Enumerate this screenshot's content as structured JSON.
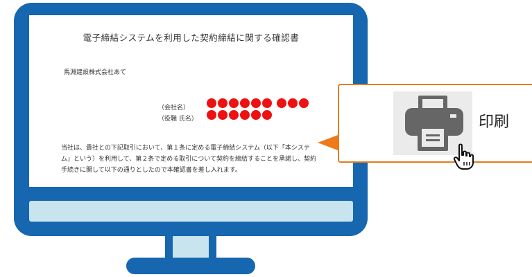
{
  "document": {
    "title": "電子締結システムを利用した契約締結に関する確認書",
    "addressee": "馬淵建設株式会社あて",
    "company_label": "（会社名）",
    "position_label": "（役職 氏名）",
    "body_lines": [
      "当社は、貴社との下記取引において、第１条に定める電子締結システム（以下「本システ",
      "ム」という）を利用して、第２条で定める取引について契約を締結することを承諾し、契約",
      "手続きに関して以下の通りとしたので本確認書を差し入れます。"
    ],
    "redaction_color": "#ee1111"
  },
  "callout": {
    "print_label": "印刷",
    "icon": "printer-icon",
    "accent_color": "#e27c1d"
  },
  "monitor": {
    "frame_color": "#1666b0",
    "panel_color": "#c7e4ef"
  }
}
